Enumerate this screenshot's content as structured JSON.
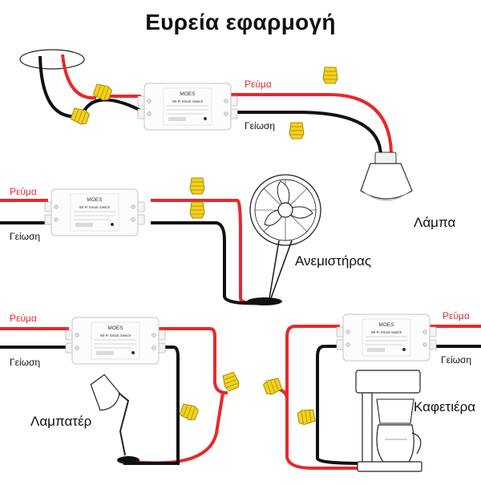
{
  "title": "Ευρεία εφαρμογή",
  "labels": {
    "live": "Ρεύμα",
    "ground": "Γείωση"
  },
  "devices": {
    "lamp": "Λάμπα",
    "fan": "Ανεμιστήρας",
    "desk_lamp": "Λαμπατέρ",
    "coffee_maker": "Καφετιέρα"
  },
  "switch": {
    "brand": "MOES",
    "model": "Wi-Fi Smart Switch"
  },
  "colors": {
    "live_wire": "#e8282b",
    "ground_wire": "#111111",
    "connector": "#f2d21c"
  }
}
